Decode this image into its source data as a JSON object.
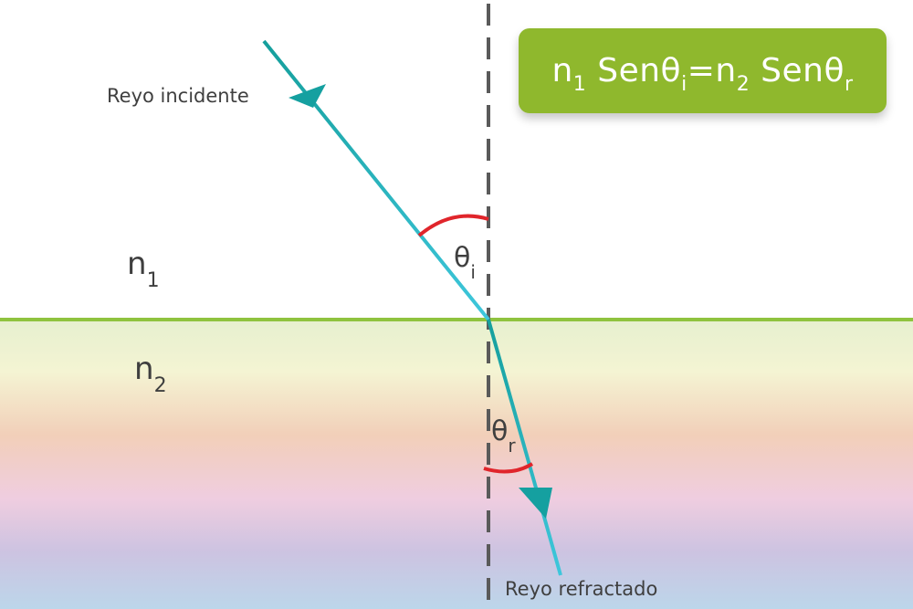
{
  "media": {
    "n1": {
      "base": "n",
      "sub": "1"
    },
    "n2": {
      "base": "n",
      "sub": "2"
    }
  },
  "angles": {
    "incidence": {
      "base": "θ",
      "sub": "i"
    },
    "refraction": {
      "base": "θ",
      "sub": "r"
    }
  },
  "labels": {
    "incident_ray": "Reyo incidente",
    "refracted_ray": "Reyo refractado"
  },
  "formula": {
    "n1_base": "n",
    "n1_sub": "1",
    "sen1": "Senθ",
    "sen1_sub": "i",
    "equals": "=",
    "n2_base": "n",
    "n2_sub": "2",
    "sen2": "Senθ",
    "sen2_sub": "r"
  },
  "colors": {
    "interface": "#8fc33f",
    "ray": "#1fa6a6",
    "normal": "#5a5a5a",
    "angle_arc": "#e0252b",
    "formula_bg": "#8fb82d",
    "text": "#3f3f3f"
  }
}
